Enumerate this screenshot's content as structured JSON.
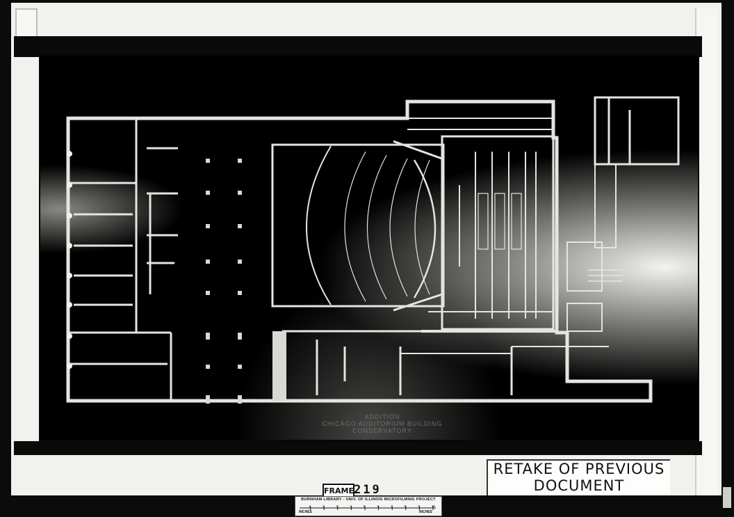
{
  "drawing": {
    "caption_lines": [
      "ADDITION",
      "CHICAGO AUDITORIUM BUILDING",
      "CONSERVATORY"
    ]
  },
  "stamp": {
    "retake_line1": "RETAKE OF PREVIOUS",
    "retake_line2": "DOCUMENT",
    "frame_label": "FRAME",
    "frame_number": "219"
  },
  "scale_strip": {
    "title": "BURNHAM LIBRARY - UNIV. OF ILLINOIS MICROFILMING PROJECT",
    "ticks": [
      "1",
      "2",
      "3",
      "4",
      "5",
      "6",
      "7",
      "8",
      "9",
      "10"
    ],
    "left_label": "INCHES",
    "right_label": "INCHES"
  },
  "colors": {
    "film_black": "#0a0a0a",
    "paper_white": "#f1f1ee",
    "blueprint_line": "#e8e8e4"
  }
}
